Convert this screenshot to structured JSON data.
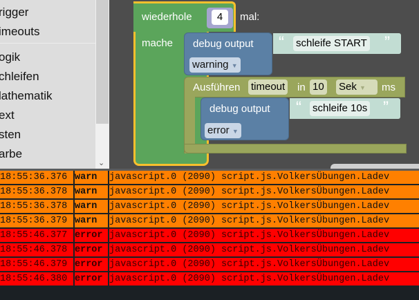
{
  "toolbox": {
    "items": [
      "rigger",
      "imeouts",
      "ogik",
      "chleifen",
      "lathematik",
      "ext",
      "sten",
      "arbe"
    ]
  },
  "blocks": {
    "repeat": {
      "label_repeat": "wiederhole",
      "count": "4",
      "label_times": "mal:",
      "label_do": "mache"
    },
    "debug1": {
      "label": "debug output",
      "quote_open": "“",
      "text": "schleife START",
      "quote_close": "”",
      "level": "warning"
    },
    "timeout": {
      "label_run": "Ausführen",
      "name": "timeout",
      "label_in": "in",
      "value": "10",
      "unit": "Sek",
      "label_ms": "ms"
    },
    "debug2": {
      "label": "debug output",
      "quote_open": "“",
      "text": "schleife 10s",
      "quote_close": "”",
      "level": "error"
    }
  },
  "log": [
    {
      "time": "18:55:36.376",
      "level": "warn",
      "source": "javascript.0 (2090) script.js.VolkersÜbungen.Ladev"
    },
    {
      "time": "18:55:36.378",
      "level": "warn",
      "source": "javascript.0 (2090) script.js.VolkersÜbungen.Ladev"
    },
    {
      "time": "18:55:36.378",
      "level": "warn",
      "source": "javascript.0 (2090) script.js.VolkersÜbungen.Ladev"
    },
    {
      "time": "18:55:36.379",
      "level": "warn",
      "source": "javascript.0 (2090) script.js.VolkersÜbungen.Ladev"
    },
    {
      "time": "18:55:46.377",
      "level": "error",
      "source": "javascript.0 (2090) script.js.VolkersÜbungen.Ladev"
    },
    {
      "time": "18:55:46.378",
      "level": "error",
      "source": "javascript.0 (2090) script.js.VolkersÜbungen.Ladev"
    },
    {
      "time": "18:55:46.379",
      "level": "error",
      "source": "javascript.0 (2090) script.js.VolkersÜbungen.Ladev"
    },
    {
      "time": "18:55:46.380",
      "level": "error",
      "source": "javascript.0 (2090) script.js.VolkersÜbungen.Ladev"
    }
  ],
  "colors": {
    "loop": "#5ba55b",
    "debug": "#5b80a5",
    "timeout": "#9aa65c",
    "text": "#c2ddd3",
    "warn": "#ff8000",
    "error": "#ff0000"
  }
}
